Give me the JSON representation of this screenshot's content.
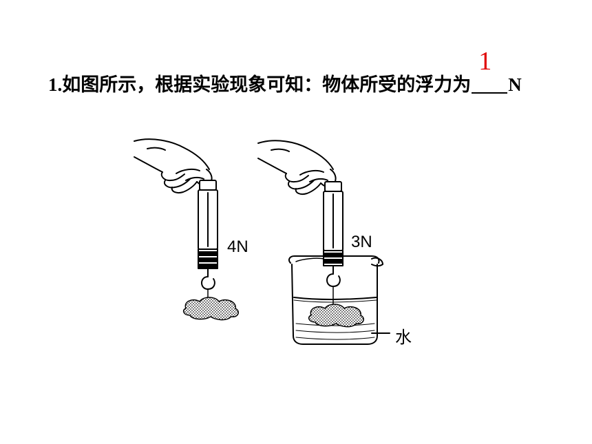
{
  "question": {
    "number": "1.",
    "text": "如图所示，根据实验现象可知：物体所受的浮力为",
    "answer": "1",
    "unit": "N"
  },
  "figure": {
    "left_reading": "4N",
    "right_reading": "3N",
    "water_label": "水"
  }
}
